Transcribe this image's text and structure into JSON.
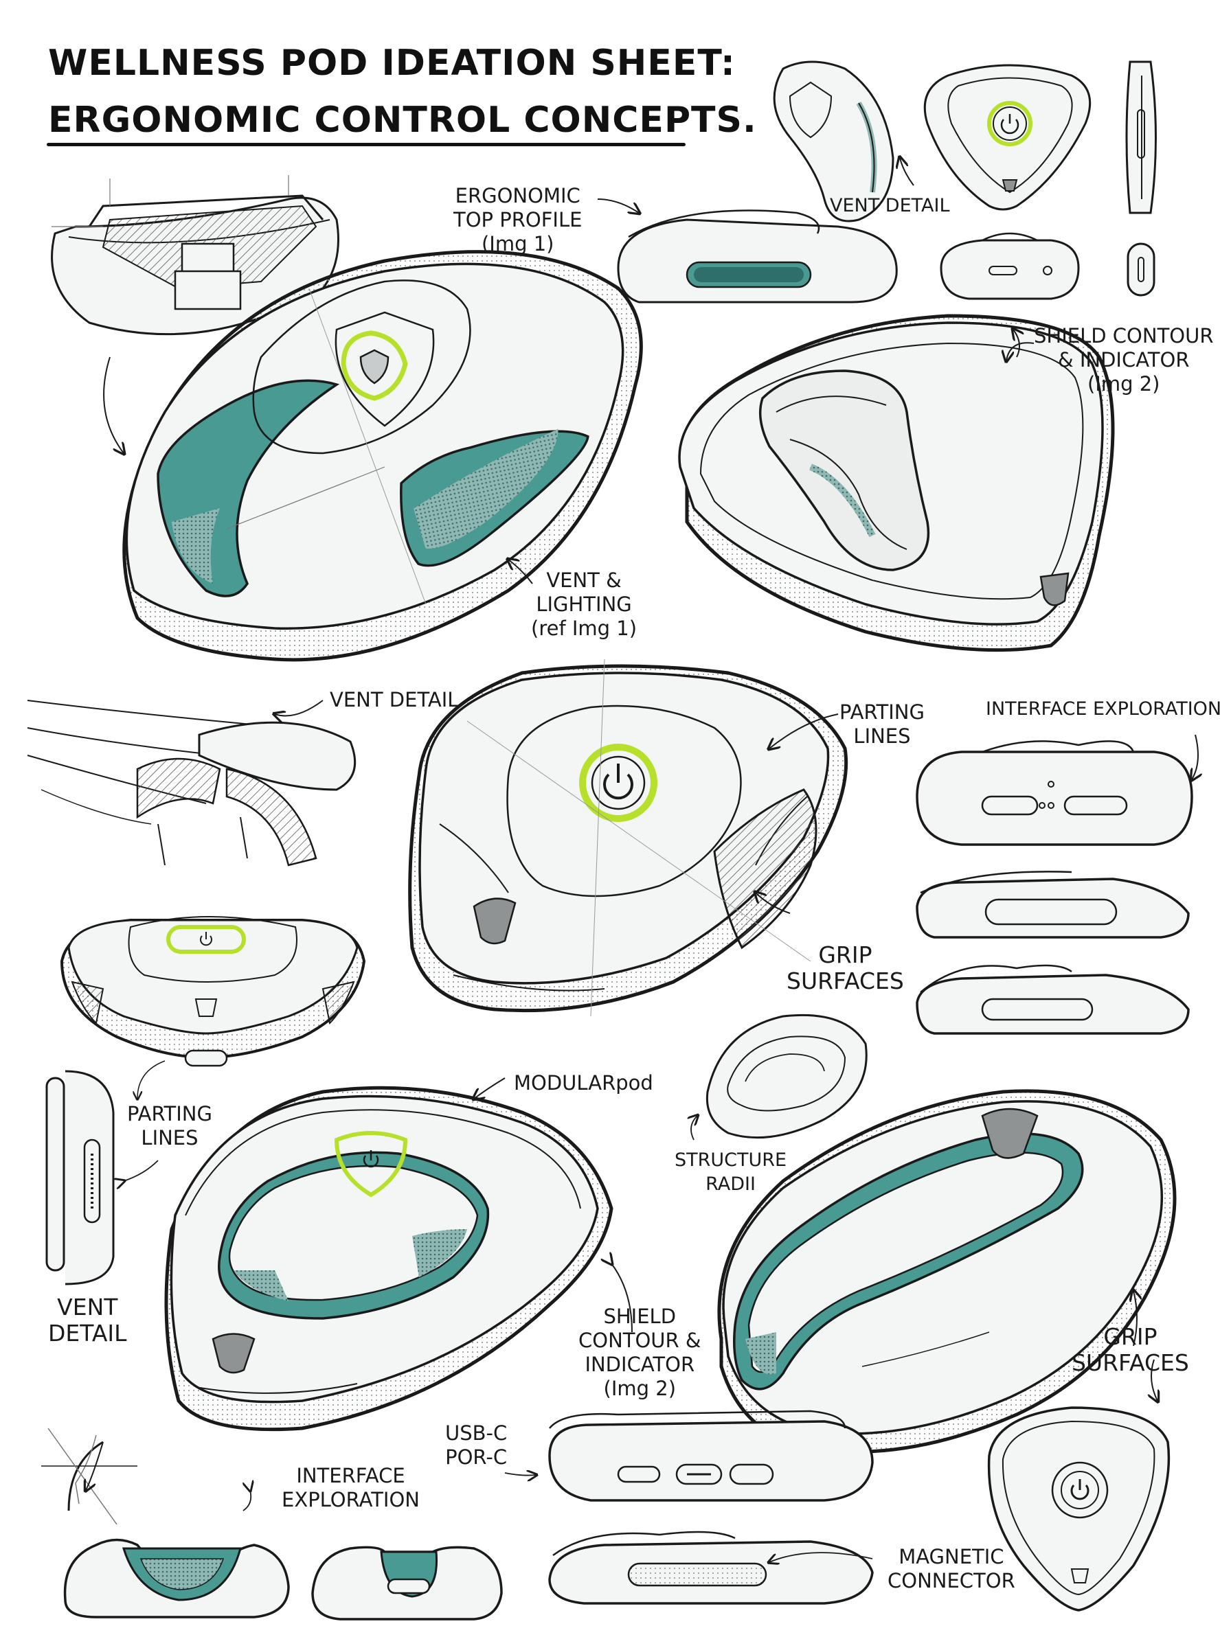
{
  "sheet": {
    "title_line_1": "WELLNESS POD IDEATION SHEET:",
    "title_line_2": "ERGONOMIC CONTROL CONCEPTS."
  },
  "colors": {
    "ink": "#1a1a1a",
    "teal": "#4a9a94",
    "teal_dark": "#2f6f6b",
    "lime": "#b6e02a",
    "shell": "#f4f5f5",
    "shade": "#d9dcdc",
    "grey_badge": "#8f9393"
  },
  "annotations": {
    "ergonomic_top_profile": [
      "ERGONOMIC",
      "TOP PROFILE",
      "(Img 1)"
    ],
    "vent_detail_top": "VENT DETAIL",
    "shield_contour_top": [
      "SHIELD CONTOUR",
      "& INDICATOR",
      "(Img 2)"
    ],
    "vent_lighting": [
      "VENT &",
      "LIGHTING",
      "(ref Img 1)"
    ],
    "vent_detail_mid": "VENT DETAIL",
    "parting_lines_mid": [
      "PARTING",
      "LINES"
    ],
    "interface_exploration_top": "INTERFACE EXPLORATION",
    "grip_surfaces_mid": [
      "GRIP",
      "SURFACES"
    ],
    "modularpod": "MODULARpod",
    "parting_lines_left": [
      "PARTING",
      "LINES"
    ],
    "structure_radii": [
      "STRUCTURE",
      "RADII"
    ],
    "vent_detail_left": [
      "VENT",
      "DETAIL"
    ],
    "shield_contour_bottom": [
      "SHIELD",
      "CONTOUR &",
      "INDICATOR",
      "(Img 2)"
    ],
    "grip_surfaces_bottom": [
      "GRIP",
      "SURFACES"
    ],
    "usb_c": [
      "USB-C",
      "POR-C"
    ],
    "interface_exploration_bottom": [
      "INTERFACE",
      "EXPLORATION"
    ],
    "magnetic_connector": [
      "MAGNETIC",
      "CONNECTOR"
    ]
  },
  "icons": {
    "power": "power-icon",
    "shield_logo": "shield-logo-icon",
    "brand_badge": "t-logo-icon",
    "usb_port": "usb-c-port-icon",
    "vent_grille": "vent-grille-icon",
    "arrow": "callout-arrow-icon"
  }
}
